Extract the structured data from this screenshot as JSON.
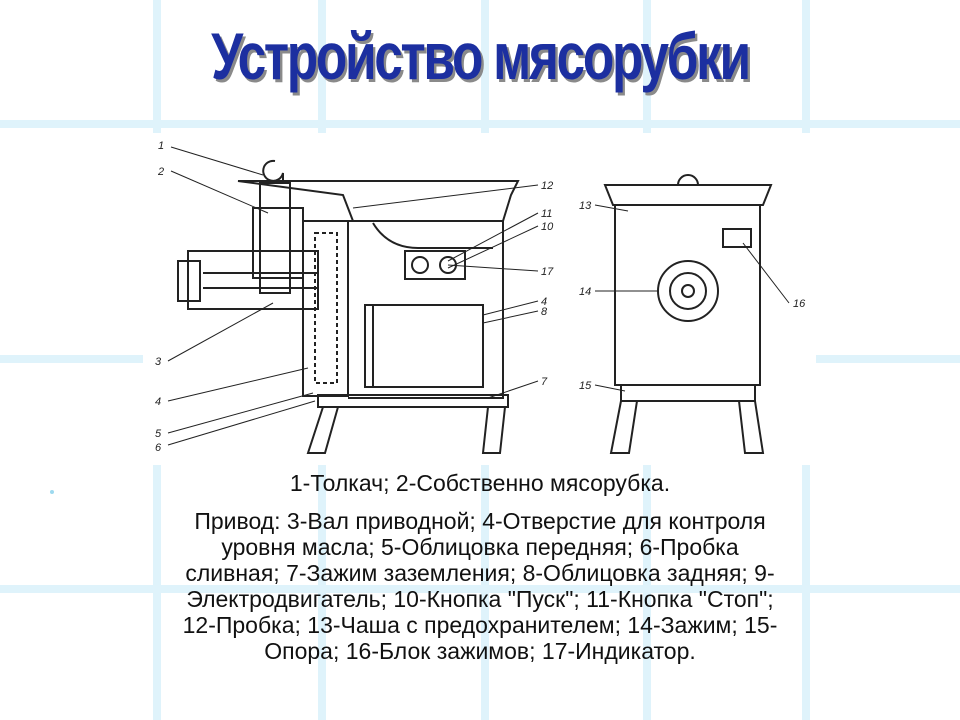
{
  "title": "Устройство мясорубки",
  "diagram": {
    "callouts": [
      "1",
      "2",
      "3",
      "4",
      "5",
      "6",
      "12",
      "11",
      "10",
      "17",
      "4",
      "8",
      "7",
      "13",
      "14",
      "15",
      "16"
    ]
  },
  "caption_line1": "1-Толкач; 2-Собственно мясорубка.",
  "caption_block": [
    "Привод: 3-Вал приводной; 4-Отверстие для контроля",
    "уровня масла; 5-Облицовка передняя; 6-Пробка",
    "сливная; 7-Зажим заземления; 8-Облицовка задняя; 9-",
    "Электродвигатель; 10-Кнопка \"Пуск\"; 11-Кнопка \"Стоп\";",
    "12-Пробка; 13-Чаша с предохранителем; 14-Зажим; 15-",
    "Опора; 16-Блок зажимов; 17-Индикатор."
  ]
}
